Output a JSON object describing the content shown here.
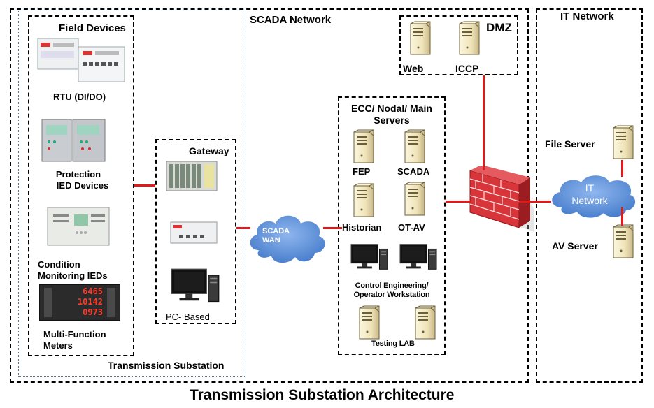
{
  "title": "Transmission Substation Architecture",
  "zones": {
    "scada_network": "SCADA Network",
    "it_network": "IT Network",
    "dmz": "DMZ",
    "transmission_substation": "Transmission Substation",
    "field_devices": "Field Devices",
    "gateway": "Gateway",
    "ecc_line1": "ECC/ Nodal/ Main",
    "ecc_line2": "Servers"
  },
  "field_devices": {
    "rtu": "RTU (DI/DO)",
    "protection_line1": "Protection",
    "protection_line2": "IED Devices",
    "condition_line1": "Condition",
    "condition_line2": "Monitoring IEDs",
    "mfm_line1": "Multi-Function",
    "mfm_line2": "Meters",
    "meter_display": [
      "6465",
      "10142",
      "0973"
    ]
  },
  "gateway": {
    "pc_based": "PC- Based"
  },
  "wan": {
    "line1": "SCADA",
    "line2": "WAN"
  },
  "dmz_servers": {
    "web": "Web",
    "iccp": "ICCP"
  },
  "ecc_servers": {
    "fep": "FEP",
    "scada": "SCADA",
    "historian": "Historian",
    "ot_av": "OT-AV",
    "workstation_line1": "Control Engineering/",
    "workstation_line2": "Operator Workstation",
    "testing_lab": "Testing LAB"
  },
  "it_network": {
    "cloud_line1": "IT",
    "cloud_line2": "Network",
    "file_server": "File Server",
    "av_server": "AV Server"
  },
  "colors": {
    "link": "#e0191b",
    "cloud": "#5b8fd6",
    "firewall": "#c8262a",
    "server_body": "#f2e9c6"
  }
}
